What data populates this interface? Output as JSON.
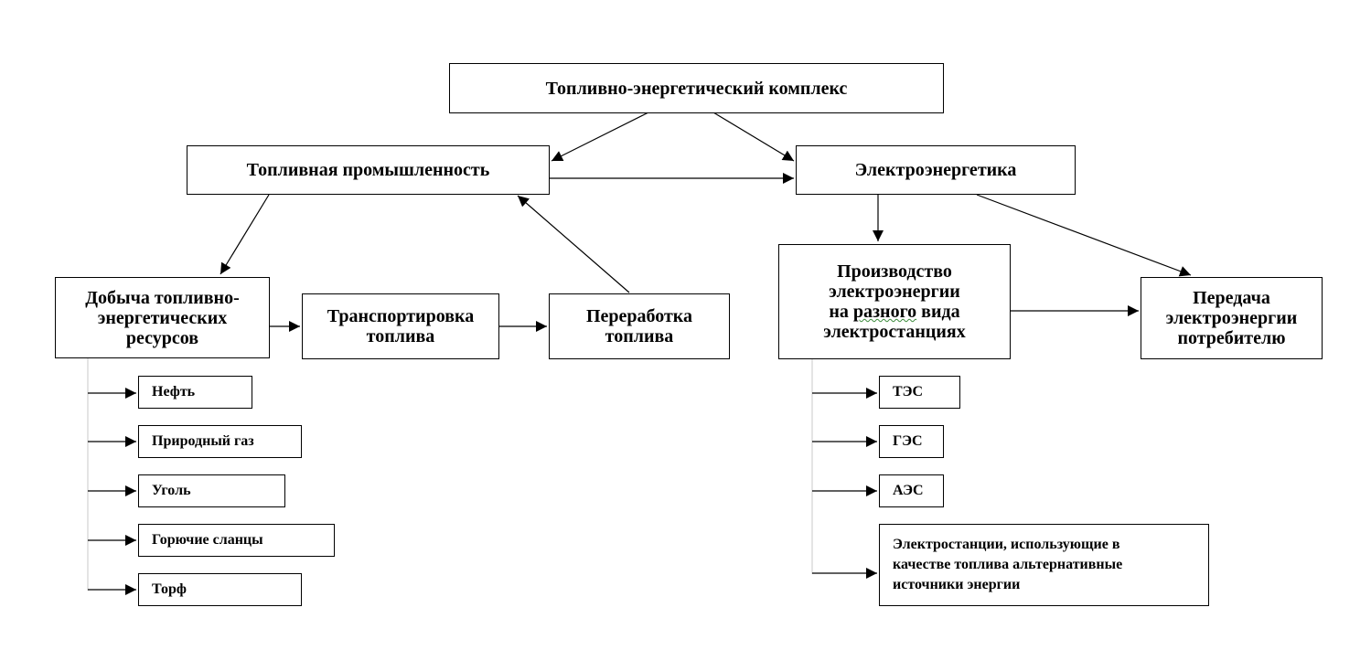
{
  "root": "Топливно-энергетический комплекс",
  "fuel_industry": "Топливная промышленность",
  "power_industry": "Электроэнергетика",
  "extraction": "Добыча топливно-\nэнергетических\nресурсов",
  "transport": "Транспортировка\nтоплива",
  "processing": "Переработка\nтоплива",
  "production": {
    "line1": "Производство",
    "line2": "электроэнергии",
    "line3_a": "на ",
    "line3_wavy": "разного",
    "line3_b": " вида",
    "line4": "электростанциях"
  },
  "delivery": "Передача\nэлектроэнергии\nпотребителю",
  "resources": [
    "Нефть",
    "Природный газ",
    "Уголь",
    "Горючие сланцы",
    "Торф"
  ],
  "stations": [
    "ТЭС",
    "ГЭС",
    "АЭС",
    "Электростанции, использующие в\nкачестве топлива альтернативные\nисточники энергии"
  ]
}
